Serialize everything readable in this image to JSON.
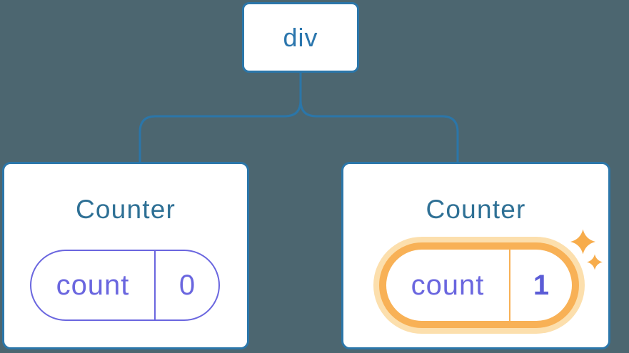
{
  "tree": {
    "root": {
      "label": "div"
    },
    "children": [
      {
        "title": "Counter",
        "state": {
          "key": "count",
          "value": "0"
        },
        "highlighted": false
      },
      {
        "title": "Counter",
        "state": {
          "key": "count",
          "value": "1"
        },
        "highlighted": true
      }
    ]
  },
  "icons": [
    {
      "name": "sparkle-large-icon",
      "glyph": "✦"
    },
    {
      "name": "sparkle-small-icon",
      "glyph": "✦"
    }
  ],
  "colors": {
    "background": "#4C6670",
    "card_bg": "#FFFFFF",
    "line": "#2B76A9",
    "node_text": "#2B76AD",
    "title_text": "#2E7095",
    "purple": "#6A66DF",
    "purple_bold": "#5B5CD6",
    "orange": "#F8B156",
    "orange_halo": "#FCDFAD",
    "sparkle": "#F7AC4B"
  }
}
